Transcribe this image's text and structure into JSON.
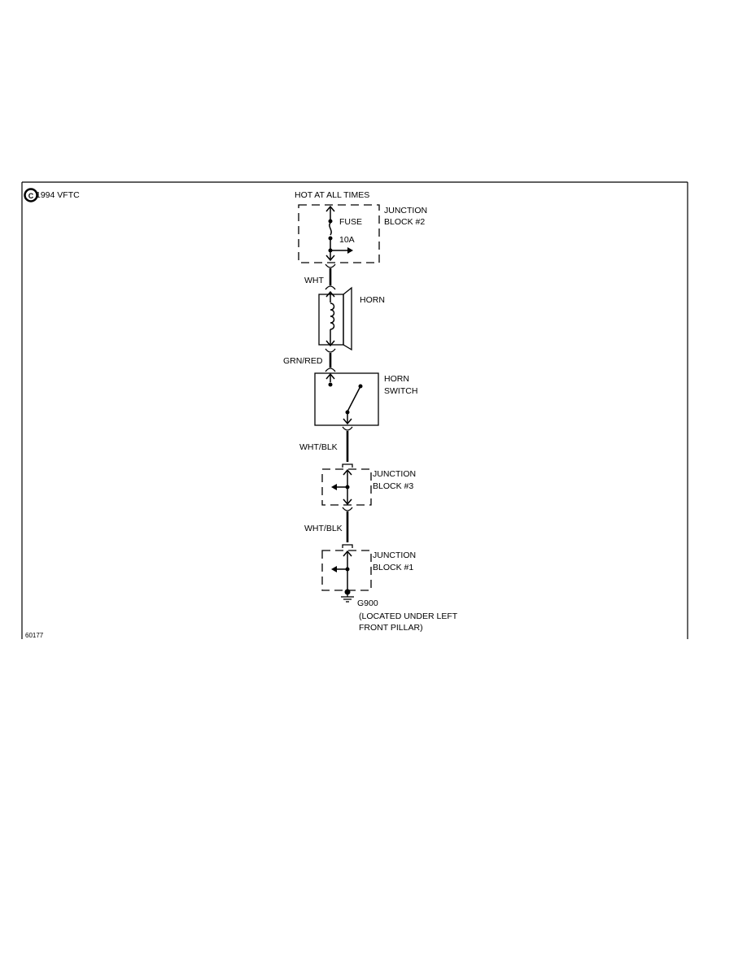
{
  "copyright": {
    "symbol": "C",
    "text": "1994 VFTC"
  },
  "figure_number": "60177",
  "power_source": "HOT AT ALL TIMES",
  "junction_block_2": {
    "line1": "JUNCTION",
    "line2": "BLOCK #2",
    "fuse_label": "FUSE",
    "fuse_rating": "10A"
  },
  "wires": {
    "wht": "WHT",
    "grn_red": "GRN/RED",
    "wht_blk_1": "WHT/BLK",
    "wht_blk_2": "WHT/BLK"
  },
  "horn": {
    "label": "HORN"
  },
  "horn_switch": {
    "line1": "HORN",
    "line2": "SWITCH"
  },
  "junction_block_3": {
    "line1": "JUNCTION",
    "line2": "BLOCK #3"
  },
  "junction_block_1": {
    "line1": "JUNCTION",
    "line2": "BLOCK #1"
  },
  "ground": {
    "id": "G900",
    "line1": "(LOCATED UNDER LEFT",
    "line2": "FRONT PILLAR)"
  }
}
